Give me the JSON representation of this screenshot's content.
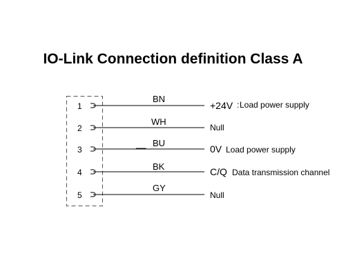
{
  "title": "IO-Link Connection definition Class A",
  "pins": [
    {
      "number": "1",
      "color": "BN",
      "signal": "+24V",
      "separator": ":",
      "description": "Load power supply"
    },
    {
      "number": "2",
      "color": "WH",
      "signal": "",
      "separator": "",
      "description": "Null"
    },
    {
      "number": "3",
      "color": "BU",
      "color_prefix": "__",
      "signal": "0V",
      "separator": "",
      "description": "Load power supply"
    },
    {
      "number": "4",
      "color": "BK",
      "signal": "C/Q",
      "separator": "",
      "description": "Data transmission channel"
    },
    {
      "number": "5",
      "color": "GY",
      "signal": "",
      "separator": "",
      "description": "Null"
    }
  ],
  "colors": {
    "line": "#000000",
    "connector_border": "#555555",
    "background": "#ffffff"
  }
}
